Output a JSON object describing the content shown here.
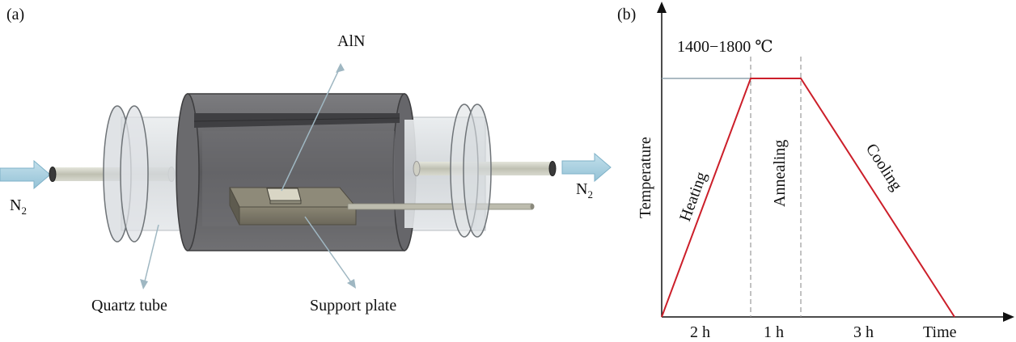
{
  "panel_a": {
    "tag": "(a)",
    "inlet_gas": "N",
    "inlet_sub": "2",
    "outlet_gas": "N",
    "outlet_sub": "2",
    "label_sample": "AlN",
    "label_tube": "Quartz tube",
    "label_plate": "Support plate"
  },
  "panel_b": {
    "tag": "(b)",
    "temp_range": "1400−1800 ℃",
    "ylabel": "Temperature",
    "xlabel": "Time",
    "stage_heating": "Heating",
    "stage_annealing": "Annealing",
    "stage_cooling": "Cooling",
    "dur_heating": "2 h",
    "dur_annealing": "1 h",
    "dur_cooling": "3 h"
  },
  "colors": {
    "profile_line": "#cc1f2a",
    "reference_line": "#8fa3ad",
    "guide_dash": "#999999",
    "flow_arrow": "#a9cfe0",
    "furnace_body": "#5a5a5c",
    "quartz": "#d9dde0",
    "leader_line": "#9fb7c2"
  }
}
